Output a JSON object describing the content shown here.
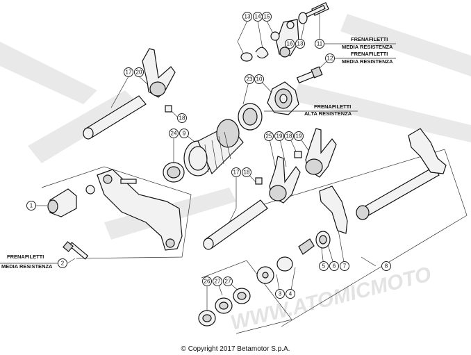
{
  "callouts": [
    {
      "label": "13"
    },
    {
      "label": "14"
    },
    {
      "label": "15"
    },
    {
      "label": "16"
    },
    {
      "label": "13"
    },
    {
      "label": "11"
    },
    {
      "label": "12"
    },
    {
      "label": "17"
    },
    {
      "label": "20"
    },
    {
      "label": "18"
    },
    {
      "label": "23"
    },
    {
      "label": "10"
    },
    {
      "label": "24"
    },
    {
      "label": "9"
    },
    {
      "label": "25"
    },
    {
      "label": "19"
    },
    {
      "label": "18"
    },
    {
      "label": "19"
    },
    {
      "label": "17"
    },
    {
      "label": "18"
    },
    {
      "label": "1"
    },
    {
      "label": "2"
    },
    {
      "label": "5"
    },
    {
      "label": "6"
    },
    {
      "label": "7"
    },
    {
      "label": "8"
    },
    {
      "label": "3"
    },
    {
      "label": "4"
    },
    {
      "label": "26"
    },
    {
      "label": "27"
    },
    {
      "label": "27"
    }
  ],
  "notes": [
    {
      "line1": "FRENAFILETTI",
      "line2": "MEDIA RESISTENZA"
    },
    {
      "line1": "FRENAFILETTI",
      "line2": "MEDIA RESISTENZA"
    },
    {
      "line1": "FRENAFILETTI",
      "line2": "ALTA RESISTENZA"
    },
    {
      "line1": "FRENAFILETTI",
      "line2": "MEDIA RESISTENZA"
    }
  ],
  "watermark": "WWW.ATOMICMOTO",
  "copyright": "© Copyright 2017 Betamotor S.p.A."
}
